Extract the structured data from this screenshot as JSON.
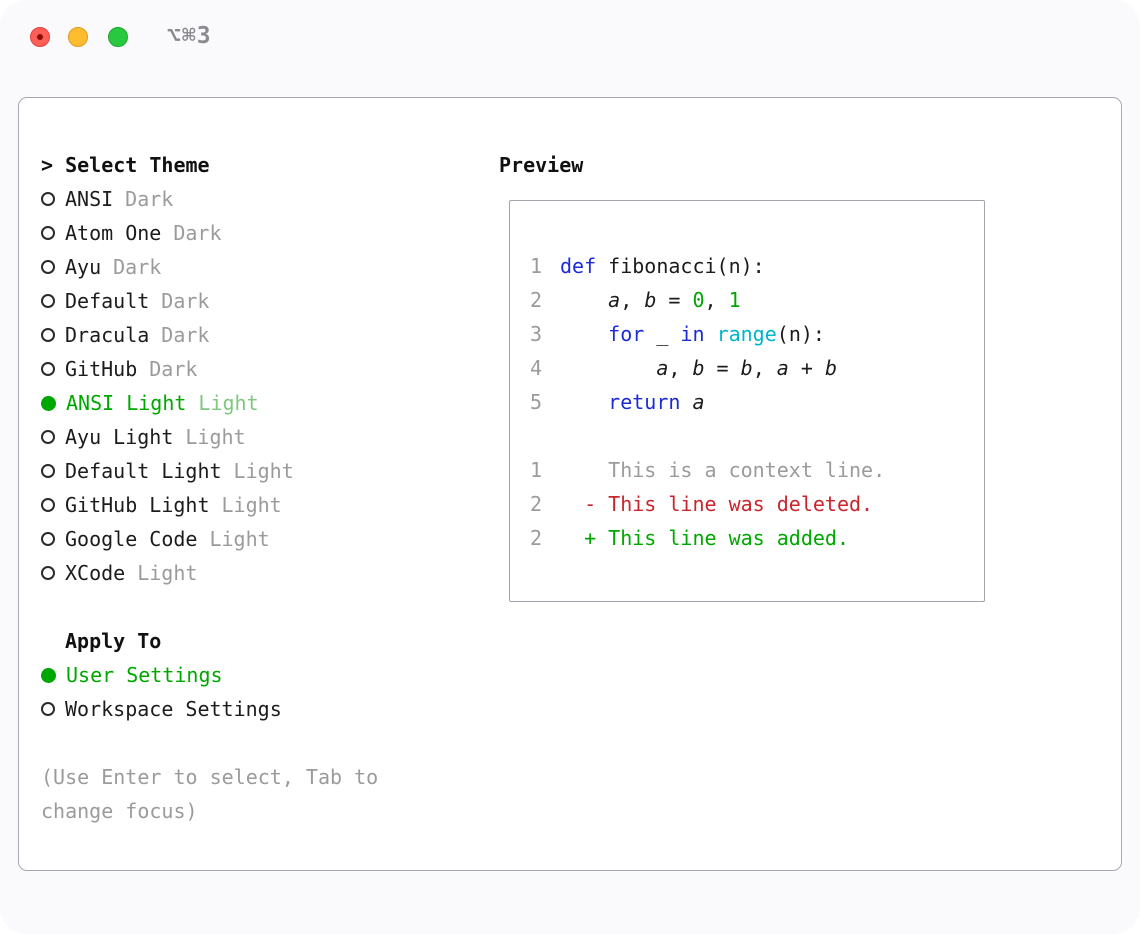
{
  "titlebar": {
    "shortcut": "⌥⌘3"
  },
  "picker": {
    "title": "> Select Theme",
    "themes": [
      {
        "name": "ANSI",
        "variant": "Dark",
        "selected": false
      },
      {
        "name": "Atom One",
        "variant": "Dark",
        "selected": false
      },
      {
        "name": "Ayu",
        "variant": "Dark",
        "selected": false
      },
      {
        "name": "Default",
        "variant": "Dark",
        "selected": false
      },
      {
        "name": "Dracula",
        "variant": "Dark",
        "selected": false
      },
      {
        "name": "GitHub",
        "variant": "Dark",
        "selected": false
      },
      {
        "name": "ANSI Light",
        "variant": "Light",
        "selected": true
      },
      {
        "name": "Ayu Light",
        "variant": "Light",
        "selected": false
      },
      {
        "name": "Default Light",
        "variant": "Light",
        "selected": false
      },
      {
        "name": "GitHub Light",
        "variant": "Light",
        "selected": false
      },
      {
        "name": "Google Code",
        "variant": "Light",
        "selected": false
      },
      {
        "name": "XCode",
        "variant": "Light",
        "selected": false
      }
    ],
    "apply_title": "Apply To",
    "apply_options": [
      {
        "label": "User Settings",
        "selected": true
      },
      {
        "label": "Workspace Settings",
        "selected": false
      }
    ],
    "help": "(Use Enter to select, Tab to change focus)"
  },
  "preview": {
    "title": "Preview",
    "lines": [
      {
        "num": "1",
        "tokens": [
          [
            "def",
            "kw"
          ],
          [
            " fibonacci(n):",
            "plain"
          ]
        ]
      },
      {
        "num": "2",
        "tokens": [
          [
            "    ",
            "plain"
          ],
          [
            "a",
            "var"
          ],
          [
            ", ",
            "plain"
          ],
          [
            "b",
            "var"
          ],
          [
            " = ",
            "plain"
          ],
          [
            "0",
            "num"
          ],
          [
            ", ",
            "plain"
          ],
          [
            "1",
            "num"
          ]
        ]
      },
      {
        "num": "3",
        "tokens": [
          [
            "    ",
            "plain"
          ],
          [
            "for",
            "kw"
          ],
          [
            " _ ",
            "plain"
          ],
          [
            "in",
            "kw"
          ],
          [
            " ",
            "plain"
          ],
          [
            "range",
            "fn"
          ],
          [
            "(n):",
            "plain"
          ]
        ]
      },
      {
        "num": "4",
        "tokens": [
          [
            "        ",
            "plain"
          ],
          [
            "a",
            "var"
          ],
          [
            ", ",
            "plain"
          ],
          [
            "b",
            "var"
          ],
          [
            " = ",
            "plain"
          ],
          [
            "b",
            "var"
          ],
          [
            ", ",
            "plain"
          ],
          [
            "a",
            "var"
          ],
          [
            " + ",
            "plain"
          ],
          [
            "b",
            "var"
          ]
        ]
      },
      {
        "num": "5",
        "tokens": [
          [
            "    ",
            "plain"
          ],
          [
            "return",
            "kw"
          ],
          [
            " ",
            "plain"
          ],
          [
            "a",
            "var"
          ]
        ]
      },
      {
        "num": "",
        "tokens": []
      },
      {
        "num": "1",
        "tokens": [
          [
            "    This is a context line.",
            "ctx"
          ]
        ]
      },
      {
        "num": "2",
        "tokens": [
          [
            "  - This line was deleted.",
            "del"
          ]
        ]
      },
      {
        "num": "2",
        "tokens": [
          [
            "  + This line was added.",
            "add"
          ]
        ]
      }
    ]
  },
  "colors": {
    "selected_green": "#00a700",
    "keyword_blue": "#1c2bd9",
    "builtin_cyan": "#00b5c9",
    "number_green": "#00a700",
    "deleted_red": "#c9252d",
    "added_green": "#00a700",
    "muted_gray": "#9b9b9b"
  }
}
